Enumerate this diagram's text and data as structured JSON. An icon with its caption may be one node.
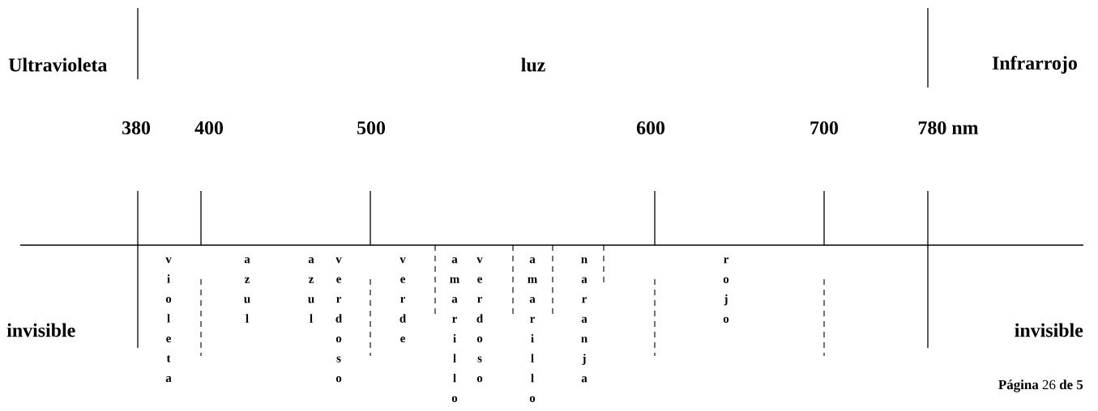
{
  "diagram": {
    "labels": [
      "Ultravioleta",
      "luz",
      "Infrarrojo",
      "380",
      "400",
      "500",
      "600",
      "700",
      "780 nm",
      "invisible",
      "violeta",
      "azul",
      "azul",
      "verdoso",
      "verde",
      "amarillo",
      "verdoso",
      "amarillo",
      "naranja",
      "rojo",
      "invisible",
      "**Página** 26 **de 5**"
    ]
  }
}
